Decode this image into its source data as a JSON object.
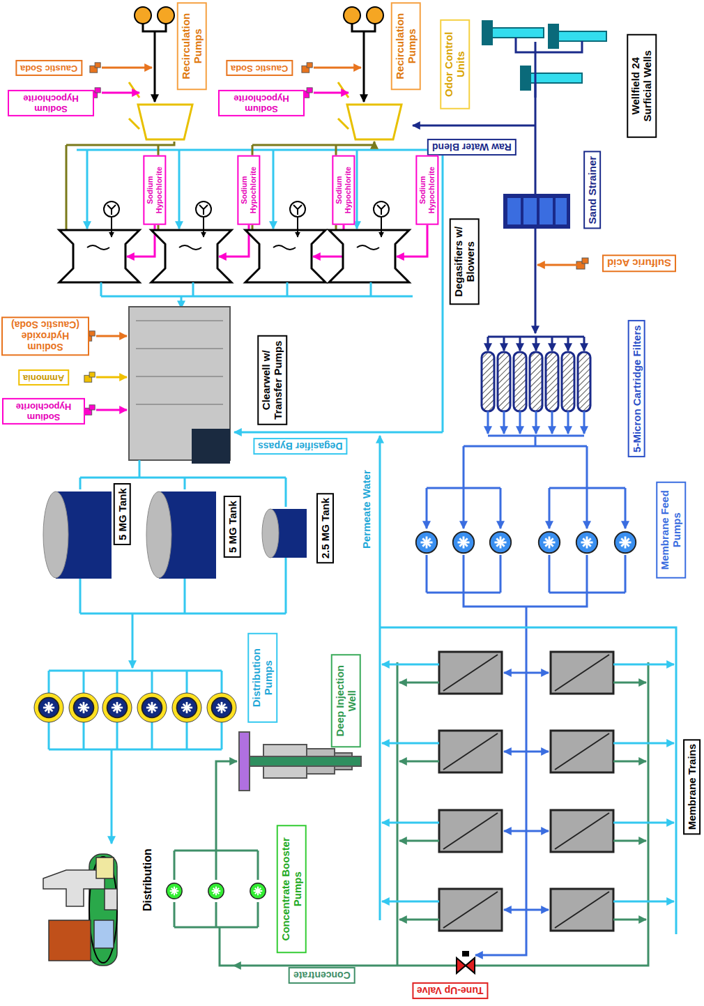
{
  "diagram": {
    "nodes": [
      {
        "text": [
          "Wellfield 24 Surficial Wells"
        ]
      },
      {
        "text": [
          "Odor Control Units"
        ]
      },
      {
        "text": [
          "Recirculation Pumps"
        ]
      },
      {
        "text": [
          "Recirculation Pumps"
        ]
      },
      {
        "text": [
          "Caustic Soda"
        ]
      },
      {
        "text": [
          "Sodium Hypochlorite"
        ]
      },
      {
        "text": [
          "Caustic Soda"
        ]
      },
      {
        "text": [
          "Sodium Hypochlorite"
        ]
      },
      {
        "text": [
          "Raw Water Blend"
        ]
      },
      {
        "text": [
          "Sand Strainer"
        ]
      },
      {
        "text": [
          "Sulfuric Acid"
        ]
      },
      {
        "text": [
          "Degasifiers w/ Blowers"
        ]
      },
      {
        "text": [
          "Sodium Hypochlorite"
        ]
      },
      {
        "text": [
          "Sodium Hypochlorite"
        ]
      },
      {
        "text": [
          "Sodium Hypochlorite"
        ]
      },
      {
        "text": [
          "Sodium Hypochlorite"
        ]
      },
      {
        "text": [
          "5-Micron Cartridge Filters"
        ]
      },
      {
        "text": [
          "Sodium Hydroxide (Caustic Soda)"
        ]
      },
      {
        "text": [
          "Ammonia"
        ]
      },
      {
        "text": [
          "Sodium Hypochlorite"
        ]
      },
      {
        "text": [
          "Clearwell w/ Transfer Pumps"
        ]
      },
      {
        "text": [
          "Degasifier Bypass"
        ]
      },
      {
        "text": [
          "5 MG Tank"
        ]
      },
      {
        "text": [
          "5 MG Tank"
        ]
      },
      {
        "text": [
          "2.5 MG Tank"
        ]
      },
      {
        "text": [
          "Membrane Feed Pumps"
        ]
      },
      {
        "text": [
          "Distribution Pumps"
        ]
      },
      {
        "text": [
          "Deep Injection Well"
        ]
      },
      {
        "text": [
          "Concentrate Booster Pumps"
        ]
      },
      {
        "text": [
          "Membrane Trains"
        ]
      },
      {
        "text": [
          "Concentrate"
        ]
      },
      {
        "text": [
          "Tune-Up Valve"
        ]
      }
    ],
    "labels": [
      "Permeate Water",
      "Distribution"
    ]
  }
}
